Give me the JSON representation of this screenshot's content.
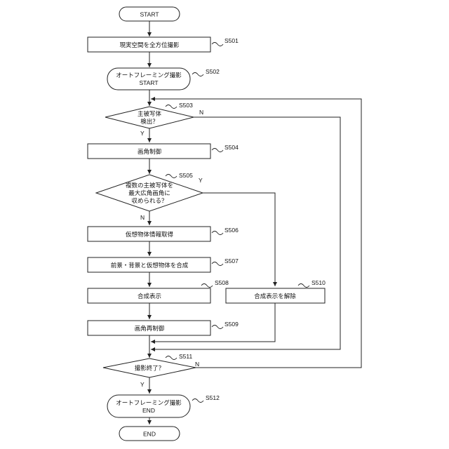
{
  "nodes": {
    "start": {
      "label": "START"
    },
    "s501": {
      "label": "現実空間を全方位撮影",
      "step": "S501"
    },
    "s502": {
      "line1": "オートフレーミング撮影",
      "line2": "START",
      "step": "S502"
    },
    "s503": {
      "line1": "主被写体",
      "line2": "検出？",
      "step": "S503",
      "no": "N",
      "yes": "Y"
    },
    "s504": {
      "label": "画角制御",
      "step": "S504"
    },
    "s505": {
      "line1": "複数の主被写体を",
      "line2": "最大広角画角に",
      "line3": "収められる？",
      "step": "S505",
      "yes": "Y",
      "no": "N"
    },
    "s506": {
      "label": "仮想物体情報取得",
      "step": "S506"
    },
    "s507": {
      "label": "前景・背景と仮想物体を合成",
      "step": "S507"
    },
    "s508": {
      "label": "合成表示",
      "step": "S508"
    },
    "s510": {
      "label": "合成表示を解除",
      "step": "S510"
    },
    "s509": {
      "label": "画角再制御",
      "step": "S509"
    },
    "s511": {
      "label": "撮影終了？",
      "step": "S511",
      "no": "N",
      "yes": "Y"
    },
    "s512": {
      "line1": "オートフレーミング撮影",
      "line2": "END",
      "step": "S512"
    },
    "end": {
      "label": "END"
    }
  }
}
